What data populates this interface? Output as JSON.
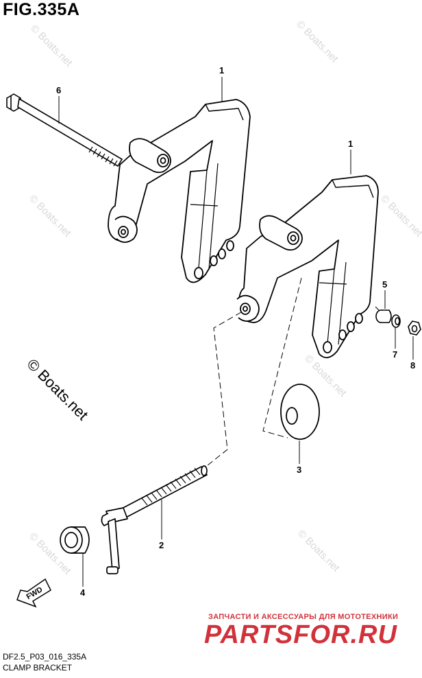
{
  "figure": {
    "title": "FIG.335A",
    "code": "DF2.5_P03_016_335A",
    "name": "CLAMP BRACKET"
  },
  "callouts": [
    "1",
    "1",
    "2",
    "3",
    "4",
    "5",
    "6",
    "7",
    "8"
  ],
  "watermarks": {
    "small": "© Boats.net",
    "large": "© Boats.net"
  },
  "direction_badge": "FWD",
  "ad": {
    "line": "ЗАПЧАСТИ И АКСЕССУАРЫ ДЛЯ МОТОТЕХНИКИ",
    "logo": "PARTSFOR.RU"
  }
}
